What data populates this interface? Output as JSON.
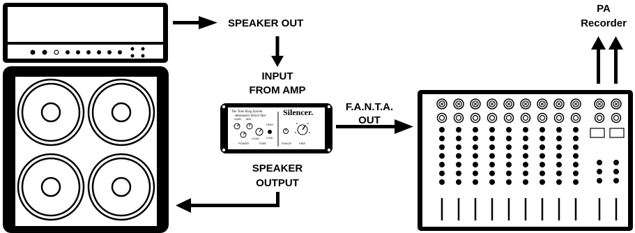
{
  "labels": {
    "speaker_out": "SPEAKER OUT",
    "input_line1": "INPUT",
    "input_line2": "FROM  AMP",
    "fanta_line1": "F.A.N.T.A.",
    "fanta_line2": "OUT",
    "speaker_output_line1": "SPEAKER",
    "speaker_output_line2": "OUTPUT",
    "pa": "PA",
    "recorder": "Recorder"
  },
  "silencer": {
    "brand": "Silencer.",
    "script_line1": "The Tone King System",
    "script_line2": "Attenuator Direct Out",
    "knob_labels": {
      "power": "POWER",
      "tone": "TONE",
      "punch": "PUNCH",
      "fine": "FINE",
      "load": "LOAD",
      "high": "HIGH",
      "low": "LOW",
      "mid": "MID",
      "gain": "GAIN"
    }
  },
  "colors": {
    "ink": "#000000",
    "paper": "#ffffff"
  }
}
